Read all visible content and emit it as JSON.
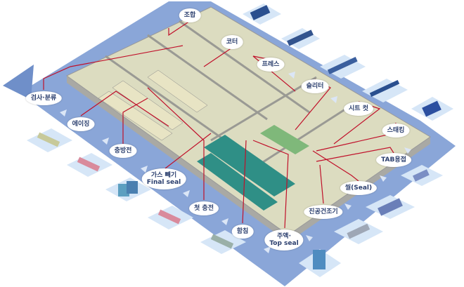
{
  "colors": {
    "band": "#8aa6d8",
    "band_dark": "#6f8fc9",
    "floor": "#dcdcc0",
    "wall": "#a9a9a4",
    "leader": "#c0102a",
    "label_text": "#2b3f6e",
    "tile": "#d6e6f7"
  },
  "steps": [
    {
      "id": "mixing",
      "label": "조합"
    },
    {
      "id": "coater",
      "label": "코터"
    },
    {
      "id": "press",
      "label": "프레스"
    },
    {
      "id": "slitter",
      "label": "슬리터"
    },
    {
      "id": "sheet-cut",
      "label": "시트 컷"
    },
    {
      "id": "stacking",
      "label": "스태킹"
    },
    {
      "id": "tab-welding",
      "label": "TAB용접"
    },
    {
      "id": "seal",
      "label": "씰(Seal)"
    },
    {
      "id": "vacuum-dryer",
      "label": "진공건조기"
    },
    {
      "id": "electrolyte-top-seal",
      "label": "주액·",
      "label2": "Top seal"
    },
    {
      "id": "impregnation",
      "label": "함침"
    },
    {
      "id": "first-charge",
      "label": "첫 충전"
    },
    {
      "id": "degas-final-seal",
      "label": "가스 빼기",
      "label2": "Final seal"
    },
    {
      "id": "charge-discharge",
      "label": "충방전"
    },
    {
      "id": "aging",
      "label": "에이징"
    },
    {
      "id": "inspection-sorting",
      "label": "검사·분류"
    }
  ]
}
